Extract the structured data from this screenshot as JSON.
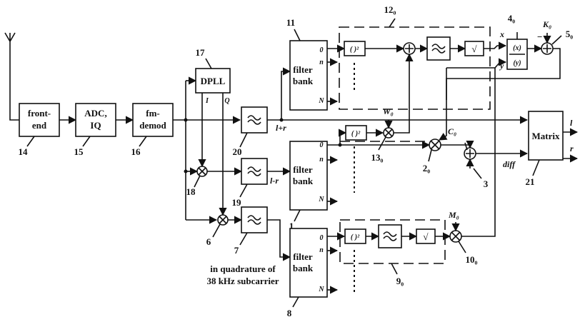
{
  "blocks": {
    "frontend": [
      "front-",
      "end"
    ],
    "adc": [
      "ADC,",
      "IQ"
    ],
    "fmdemod": [
      "fm-",
      "demod"
    ],
    "dpll": "DPLL",
    "dpll_i": "I",
    "dpll_q": "Q",
    "filterbank": [
      "filter",
      "bank"
    ],
    "matrix": "Matrix"
  },
  "ports": {
    "zero": "0",
    "n": "n",
    "N": "N"
  },
  "ops": {
    "square": "( )²",
    "sqrt": "√",
    "ratio_top": "(x)",
    "ratio_bot": "(y)"
  },
  "signals": {
    "lpr": "l+r",
    "lmr": "l-r",
    "x": "x",
    "y": "y",
    "l": "l",
    "r": "r",
    "diff": "diff",
    "W0": "W₀",
    "C0": "C₀",
    "K0": "K₀",
    "M0": "M₀",
    "minus": "−"
  },
  "refs": {
    "r1": "1",
    "r2": "2₀",
    "r3": "3",
    "r4": "4₀",
    "r5": "5₀",
    "r6": "6",
    "r7": "7",
    "r8": "8",
    "r9": "9₀",
    "r10": "10₀",
    "r11": "11",
    "r12": "12₀",
    "r13": "13₀",
    "r14": "14",
    "r15": "15",
    "r16": "16",
    "r17": "17",
    "r18": "18",
    "r19": "19",
    "r20": "20",
    "r21": "21"
  },
  "caption": [
    "in quadrature of",
    "38 kHz subcarrier"
  ]
}
